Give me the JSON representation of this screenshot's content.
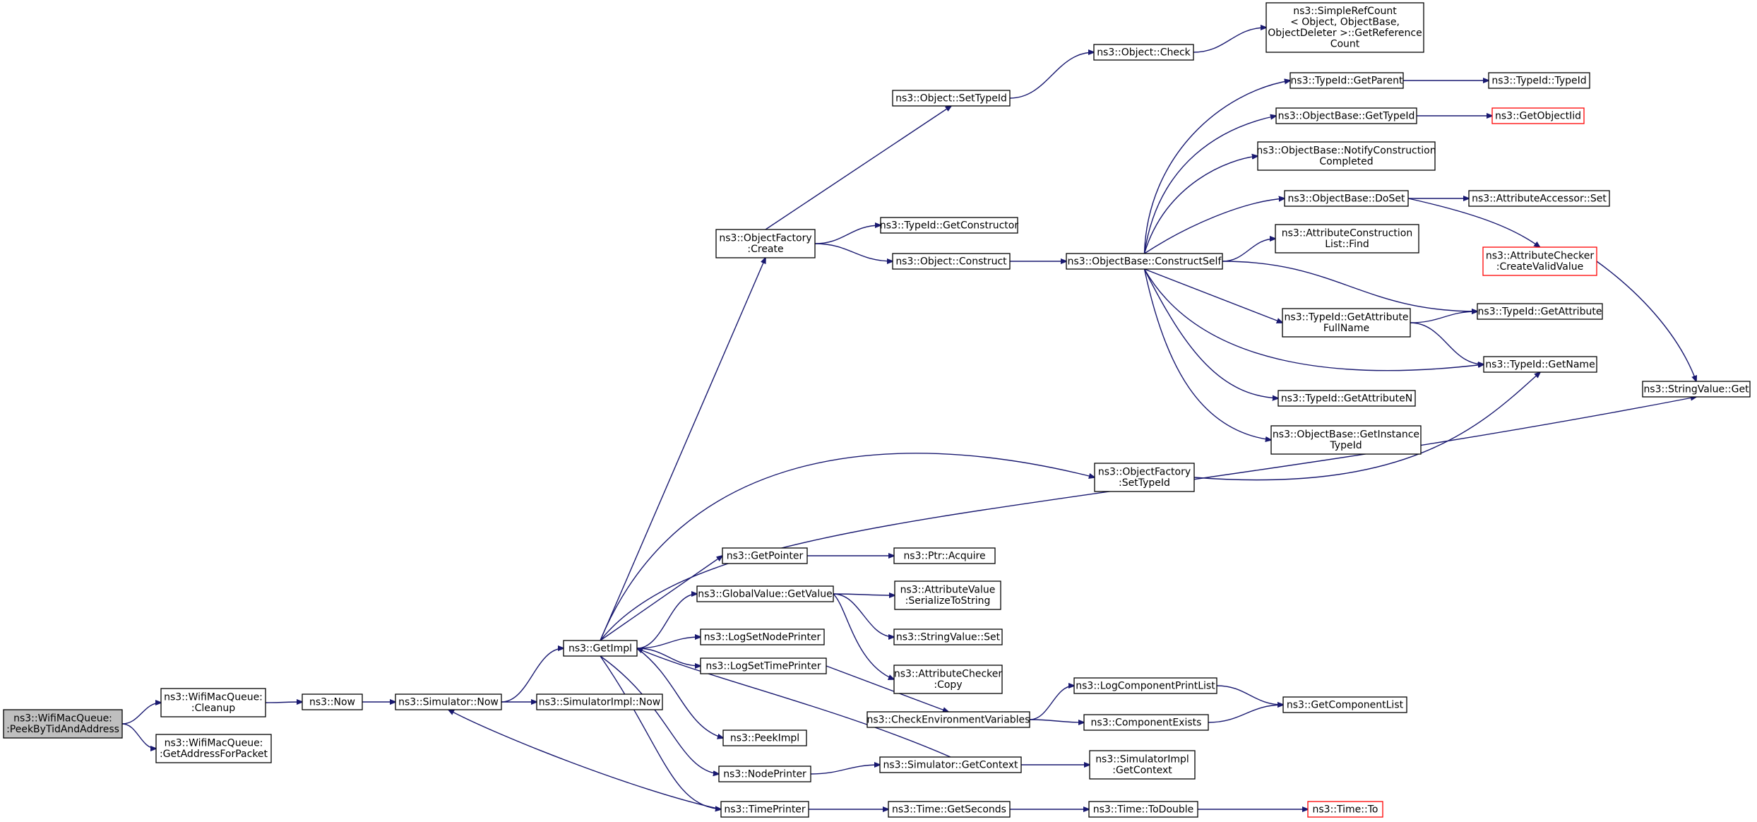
{
  "graph": {
    "title": "",
    "nodes": [
      {
        "id": "root",
        "lines": [
          "ns3::WifiMacQueue:",
          ":PeekByTidAndAddress"
        ],
        "style": "root"
      },
      {
        "id": "cleanup",
        "lines": [
          "ns3::WifiMacQueue:",
          ":Cleanup"
        ]
      },
      {
        "id": "getaddr",
        "lines": [
          "ns3::WifiMacQueue:",
          ":GetAddressForPacket"
        ]
      },
      {
        "id": "now",
        "lines": [
          "ns3::Now"
        ]
      },
      {
        "id": "simnow",
        "lines": [
          "ns3::Simulator::Now"
        ]
      },
      {
        "id": "simimplnow",
        "lines": [
          "ns3::SimulatorImpl::Now"
        ]
      },
      {
        "id": "getimpl",
        "lines": [
          "ns3::GetImpl"
        ]
      },
      {
        "id": "ofcreate",
        "lines": [
          "ns3::ObjectFactory",
          ":Create"
        ]
      },
      {
        "id": "setTypeId",
        "lines": [
          "ns3::Object::SetTypeId"
        ]
      },
      {
        "id": "check",
        "lines": [
          "ns3::Object::Check"
        ]
      },
      {
        "id": "refcount",
        "lines": [
          "ns3::SimpleRefCount",
          "< Object, ObjectBase,",
          " ObjectDeleter >::GetReference",
          "Count"
        ]
      },
      {
        "id": "getctor",
        "lines": [
          "ns3::TypeId::GetConstructor"
        ]
      },
      {
        "id": "construct",
        "lines": [
          "ns3::Object::Construct"
        ]
      },
      {
        "id": "constructself",
        "lines": [
          "ns3::ObjectBase::ConstructSelf"
        ]
      },
      {
        "id": "getparent",
        "lines": [
          "ns3::TypeId::GetParent"
        ]
      },
      {
        "id": "typeid",
        "lines": [
          "ns3::TypeId::TypeId"
        ]
      },
      {
        "id": "obgettypeid",
        "lines": [
          "ns3::ObjectBase::GetTypeId"
        ]
      },
      {
        "id": "getobjectiid",
        "lines": [
          "ns3::GetObjectIid"
        ],
        "style": "red"
      },
      {
        "id": "notify",
        "lines": [
          "ns3::ObjectBase::NotifyConstruction",
          "Completed"
        ]
      },
      {
        "id": "doset",
        "lines": [
          "ns3::ObjectBase::DoSet"
        ]
      },
      {
        "id": "accset",
        "lines": [
          "ns3::AttributeAccessor::Set"
        ]
      },
      {
        "id": "acfind",
        "lines": [
          "ns3::AttributeConstruction",
          "List::Find"
        ]
      },
      {
        "id": "createvalid",
        "lines": [
          "ns3::AttributeChecker",
          ":CreateValidValue"
        ],
        "style": "red"
      },
      {
        "id": "getattribute",
        "lines": [
          "ns3::TypeId::GetAttribute"
        ]
      },
      {
        "id": "getattrfull",
        "lines": [
          "ns3::TypeId::GetAttribute",
          "FullName"
        ]
      },
      {
        "id": "getname",
        "lines": [
          "ns3::TypeId::GetName"
        ]
      },
      {
        "id": "getattrn",
        "lines": [
          "ns3::TypeId::GetAttributeN"
        ]
      },
      {
        "id": "getinstance",
        "lines": [
          "ns3::ObjectBase::GetInstance",
          "TypeId"
        ]
      },
      {
        "id": "strget",
        "lines": [
          "ns3::StringValue::Get"
        ]
      },
      {
        "id": "ofsettypeid",
        "lines": [
          "ns3::ObjectFactory",
          ":SetTypeId"
        ]
      },
      {
        "id": "getpointer",
        "lines": [
          "ns3::GetPointer"
        ]
      },
      {
        "id": "ptracquire",
        "lines": [
          "ns3::Ptr::Acquire"
        ]
      },
      {
        "id": "gvgetvalue",
        "lines": [
          "ns3::GlobalValue::GetValue"
        ]
      },
      {
        "id": "avserialize",
        "lines": [
          "ns3::AttributeValue",
          ":SerializeToString"
        ]
      },
      {
        "id": "strset",
        "lines": [
          "ns3::StringValue::Set"
        ]
      },
      {
        "id": "accopy",
        "lines": [
          "ns3::AttributeChecker",
          ":Copy"
        ]
      },
      {
        "id": "lognode",
        "lines": [
          "ns3::LogSetNodePrinter"
        ]
      },
      {
        "id": "logtime",
        "lines": [
          "ns3::LogSetTimePrinter"
        ]
      },
      {
        "id": "checkenv",
        "lines": [
          "ns3::CheckEnvironmentVariables"
        ]
      },
      {
        "id": "logprint",
        "lines": [
          "ns3::LogComponentPrintList"
        ]
      },
      {
        "id": "compexists",
        "lines": [
          "ns3::ComponentExists"
        ]
      },
      {
        "id": "getcomplist",
        "lines": [
          "ns3::GetComponentList"
        ]
      },
      {
        "id": "peekimpl",
        "lines": [
          "ns3::PeekImpl"
        ]
      },
      {
        "id": "nodeprinter",
        "lines": [
          "ns3::NodePrinter"
        ]
      },
      {
        "id": "simctx",
        "lines": [
          "ns3::Simulator::GetContext"
        ]
      },
      {
        "id": "simimplctx",
        "lines": [
          "ns3::SimulatorImpl",
          ":GetContext"
        ]
      },
      {
        "id": "timeprinter",
        "lines": [
          "ns3::TimePrinter"
        ]
      },
      {
        "id": "getseconds",
        "lines": [
          "ns3::Time::GetSeconds"
        ]
      },
      {
        "id": "todouble",
        "lines": [
          "ns3::Time::ToDouble"
        ]
      },
      {
        "id": "timeto",
        "lines": [
          "ns3::Time::To"
        ],
        "style": "red"
      }
    ],
    "edges": [
      [
        "root",
        "cleanup"
      ],
      [
        "root",
        "getaddr"
      ],
      [
        "cleanup",
        "now"
      ],
      [
        "now",
        "simnow"
      ],
      [
        "simnow",
        "simimplnow"
      ],
      [
        "simnow",
        "getimpl"
      ],
      [
        "getimpl",
        "ofcreate"
      ],
      [
        "ofcreate",
        "setTypeId"
      ],
      [
        "setTypeId",
        "check"
      ],
      [
        "check",
        "refcount"
      ],
      [
        "ofcreate",
        "getctor"
      ],
      [
        "ofcreate",
        "construct"
      ],
      [
        "construct",
        "constructself"
      ],
      [
        "constructself",
        "getparent"
      ],
      [
        "getparent",
        "typeid"
      ],
      [
        "constructself",
        "obgettypeid"
      ],
      [
        "obgettypeid",
        "getobjectiid"
      ],
      [
        "constructself",
        "notify"
      ],
      [
        "constructself",
        "doset"
      ],
      [
        "doset",
        "accset"
      ],
      [
        "doset",
        "createvalid"
      ],
      [
        "constructself",
        "acfind"
      ],
      [
        "constructself",
        "getattribute"
      ],
      [
        "constructself",
        "getattrfull"
      ],
      [
        "getattrfull",
        "getattribute"
      ],
      [
        "getattrfull",
        "getname"
      ],
      [
        "constructself",
        "getname"
      ],
      [
        "constructself",
        "getattrn"
      ],
      [
        "constructself",
        "getinstance"
      ],
      [
        "createvalid",
        "strget"
      ],
      [
        "getimpl",
        "ofsettypeid"
      ],
      [
        "ofsettypeid",
        "getname"
      ],
      [
        "getimpl",
        "strget"
      ],
      [
        "getimpl",
        "getpointer"
      ],
      [
        "getpointer",
        "ptracquire"
      ],
      [
        "getimpl",
        "gvgetvalue"
      ],
      [
        "gvgetvalue",
        "avserialize"
      ],
      [
        "gvgetvalue",
        "strset"
      ],
      [
        "gvgetvalue",
        "accopy"
      ],
      [
        "getimpl",
        "lognode"
      ],
      [
        "getimpl",
        "logtime"
      ],
      [
        "logtime",
        "checkenv"
      ],
      [
        "checkenv",
        "logprint"
      ],
      [
        "checkenv",
        "compexists"
      ],
      [
        "logprint",
        "getcomplist"
      ],
      [
        "compexists",
        "getcomplist"
      ],
      [
        "getimpl",
        "peekimpl"
      ],
      [
        "getimpl",
        "nodeprinter"
      ],
      [
        "nodeprinter",
        "simctx"
      ],
      [
        "simctx",
        "getimpl"
      ],
      [
        "simctx",
        "simimplctx"
      ],
      [
        "getimpl",
        "timeprinter"
      ],
      [
        "timeprinter",
        "simnow"
      ],
      [
        "timeprinter",
        "getseconds"
      ],
      [
        "getseconds",
        "todouble"
      ],
      [
        "todouble",
        "timeto"
      ]
    ]
  }
}
